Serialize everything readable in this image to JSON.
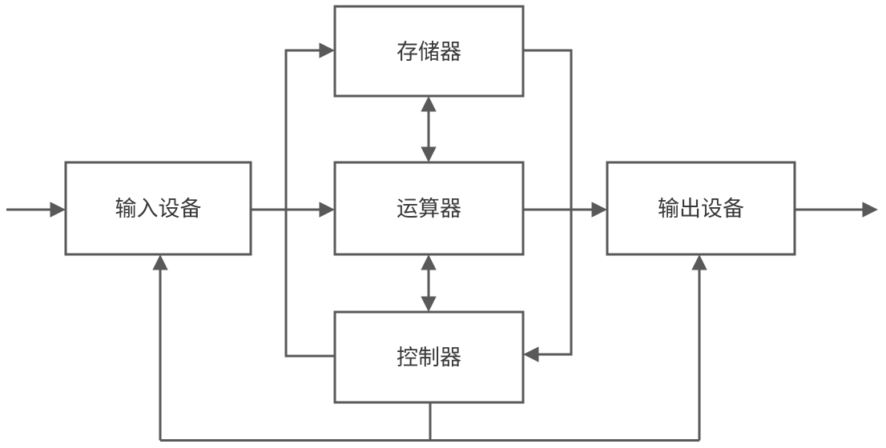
{
  "diagram": {
    "nodes": [
      {
        "id": "memory",
        "label": "存储器"
      },
      {
        "id": "alu",
        "label": "运算器"
      },
      {
        "id": "controller",
        "label": "控制器"
      },
      {
        "id": "input-device",
        "label": "输入设备"
      },
      {
        "id": "output-device",
        "label": "输出设备"
      }
    ],
    "edges": [
      {
        "from": "external-input",
        "to": "input-device",
        "arrow": "end"
      },
      {
        "from": "input-device",
        "to": "alu",
        "arrow": "end"
      },
      {
        "from": "alu",
        "to": "output-device",
        "arrow": "end"
      },
      {
        "from": "output-device",
        "to": "external-output",
        "arrow": "end"
      },
      {
        "from": "memory",
        "to": "alu",
        "arrow": "both"
      },
      {
        "from": "alu",
        "to": "controller",
        "arrow": "both"
      },
      {
        "from": "memory",
        "to": "controller",
        "arrow": "end"
      },
      {
        "from": "controller",
        "to": "memory",
        "arrow": "end"
      },
      {
        "from": "controller",
        "to": "input-device",
        "arrow": "end"
      },
      {
        "from": "controller",
        "to": "output-device",
        "arrow": "end"
      }
    ],
    "colors": {
      "line": "#595959",
      "text": "#383838",
      "node_fill": "#ffffff",
      "background": "#ffffff"
    }
  }
}
